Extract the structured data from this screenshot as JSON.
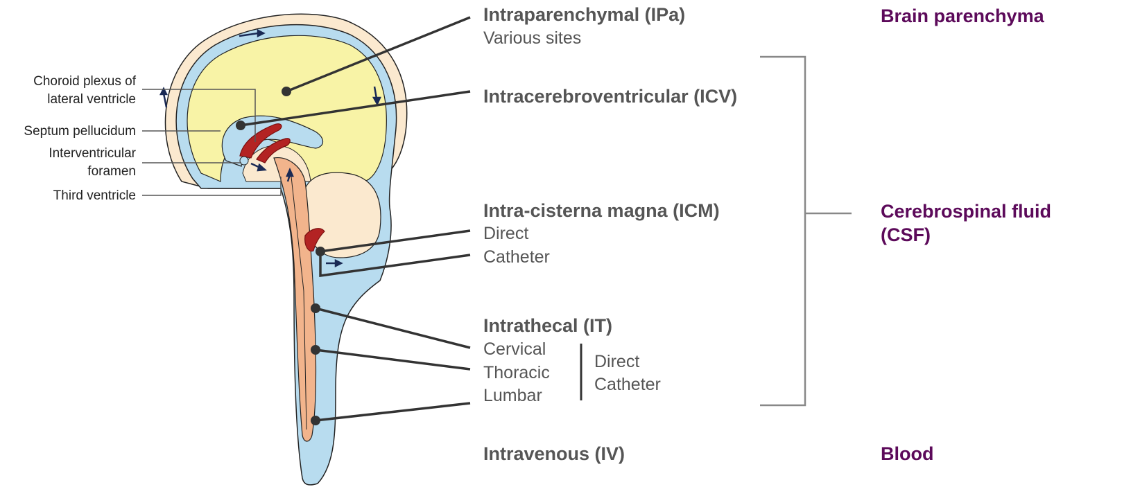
{
  "anatomy_labels": {
    "choroid_line1": "Choroid plexus of",
    "choroid_line2": "lateral ventricle",
    "septum": "Septum pellucidum",
    "foramen_line1": "Interventricular",
    "foramen_line2": "foramen",
    "third_ventricle": "Third ventricle"
  },
  "routes": {
    "ipa": {
      "title": "Intraparenchymal (IPa)",
      "sub": "Various sites"
    },
    "icv": {
      "title": "Intracerebroventricular (ICV)"
    },
    "icm": {
      "title": "Intra-cisterna magna (ICM)",
      "sub1": "Direct",
      "sub2": "Catheter"
    },
    "it": {
      "title": "Intrathecal (IT)",
      "levels": [
        "Cervical",
        "Thoracic",
        "Lumbar"
      ],
      "methods": [
        "Direct",
        "Catheter"
      ]
    },
    "iv": {
      "title": "Intravenous (IV)"
    }
  },
  "targets": {
    "brain": "Brain parenchyma",
    "csf_line1": "Cerebrospinal fluid",
    "csf_line2": "(CSF)",
    "blood": "Blood"
  },
  "colors": {
    "csf_blue": "#b8dcef",
    "brain_yellow": "#f8f3a6",
    "tissue_cream": "#fbe9cf",
    "brainstem_orange": "#f2b48c",
    "choroid_red": "#b32323",
    "target_purple": "#5c0a5a",
    "route_gray": "#555555"
  }
}
